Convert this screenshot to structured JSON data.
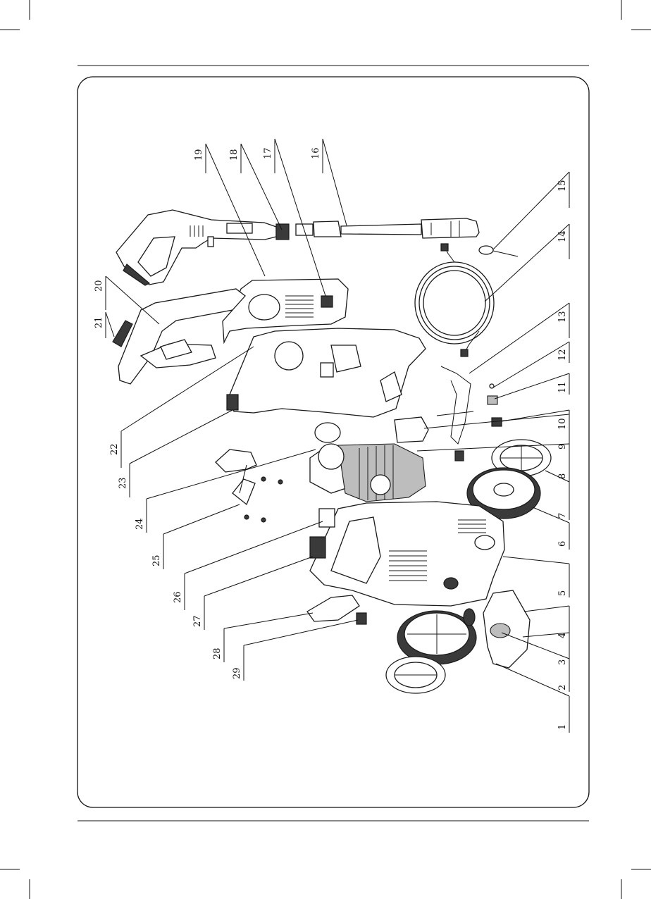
{
  "diagram": {
    "callouts": [
      {
        "id": "c1",
        "label": "1"
      },
      {
        "id": "c2",
        "label": "2"
      },
      {
        "id": "c3",
        "label": "3"
      },
      {
        "id": "c4",
        "label": "4"
      },
      {
        "id": "c5",
        "label": "5"
      },
      {
        "id": "c6",
        "label": "6"
      },
      {
        "id": "c7",
        "label": "7"
      },
      {
        "id": "c8",
        "label": "8"
      },
      {
        "id": "c9",
        "label": "9"
      },
      {
        "id": "c10",
        "label": "10"
      },
      {
        "id": "c11",
        "label": "11"
      },
      {
        "id": "c12",
        "label": "12"
      },
      {
        "id": "c13",
        "label": "13"
      },
      {
        "id": "c14",
        "label": "14"
      },
      {
        "id": "c15",
        "label": "15"
      },
      {
        "id": "c16",
        "label": "16"
      },
      {
        "id": "c17",
        "label": "17"
      },
      {
        "id": "c18",
        "label": "18"
      },
      {
        "id": "c19",
        "label": "19"
      },
      {
        "id": "c20",
        "label": "20"
      },
      {
        "id": "c21",
        "label": "21"
      },
      {
        "id": "c22",
        "label": "22"
      },
      {
        "id": "c23",
        "label": "23"
      },
      {
        "id": "c24",
        "label": "24"
      },
      {
        "id": "c25",
        "label": "25"
      },
      {
        "id": "c26",
        "label": "26"
      },
      {
        "id": "c27",
        "label": "27"
      },
      {
        "id": "c28",
        "label": "28"
      },
      {
        "id": "c29",
        "label": "29"
      }
    ]
  }
}
